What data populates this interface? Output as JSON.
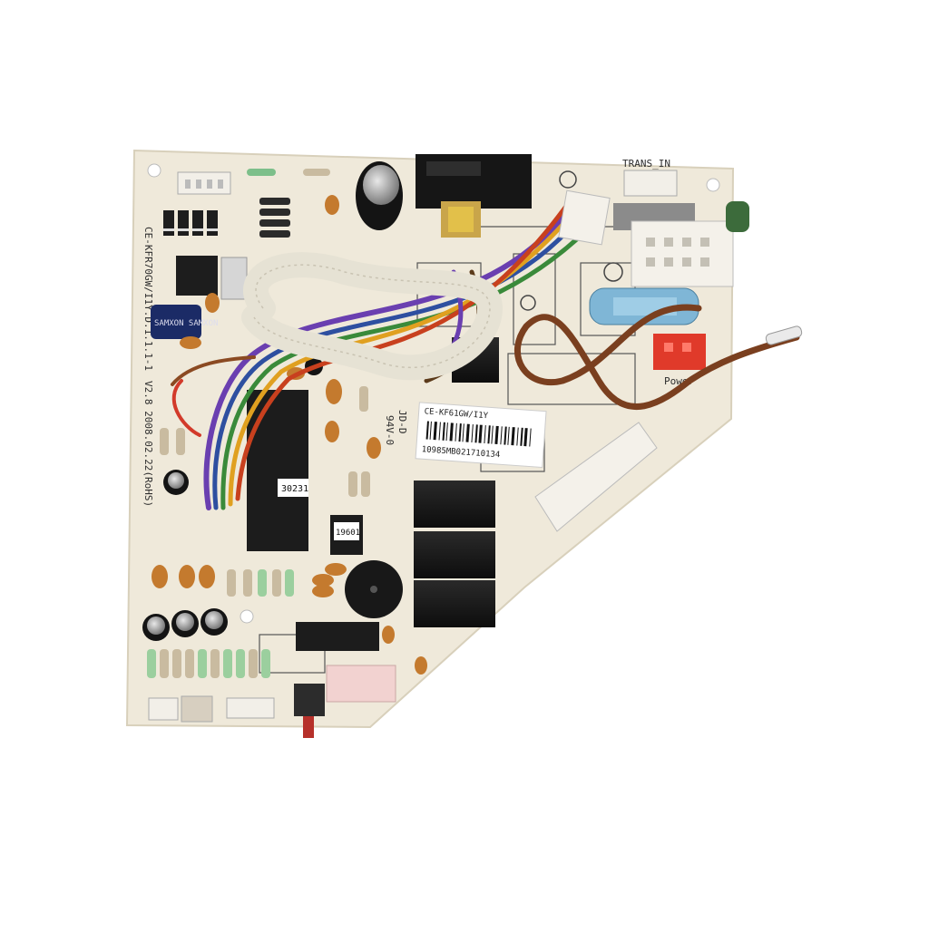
{
  "photo": {
    "background_color": "#ffffff",
    "board_color": "#efe9da",
    "subject": "air conditioner indoor unit control PCB"
  },
  "silkscreen": {
    "board_model": "CE-KFR70GW/I1Y.D.1.1.1-1",
    "version_date": "V2.8 2008.02.22(RoHS)",
    "maker_mark": "JD-D",
    "ul_rating": "94V-0",
    "trans_in": "TRANS_IN",
    "power_label": "Power"
  },
  "sticker": {
    "model": "CE-KF61GW/I1Y",
    "serial": "10985MB021710134"
  },
  "chip_labels": {
    "mcu_tag": "30231",
    "small_ic_tag": "19601",
    "capacitor_brand": "SAMXON SAMXON"
  },
  "colors": {
    "relay": "#141414",
    "wire_brown": "#7a3f1f",
    "wire_purple": "#6a3fb0",
    "harness_sleeve": "#e6e2d4",
    "connector_white": "#f2efe8",
    "fuse_blue": "#7fb6d6",
    "connector_red": "#e03a2a"
  }
}
